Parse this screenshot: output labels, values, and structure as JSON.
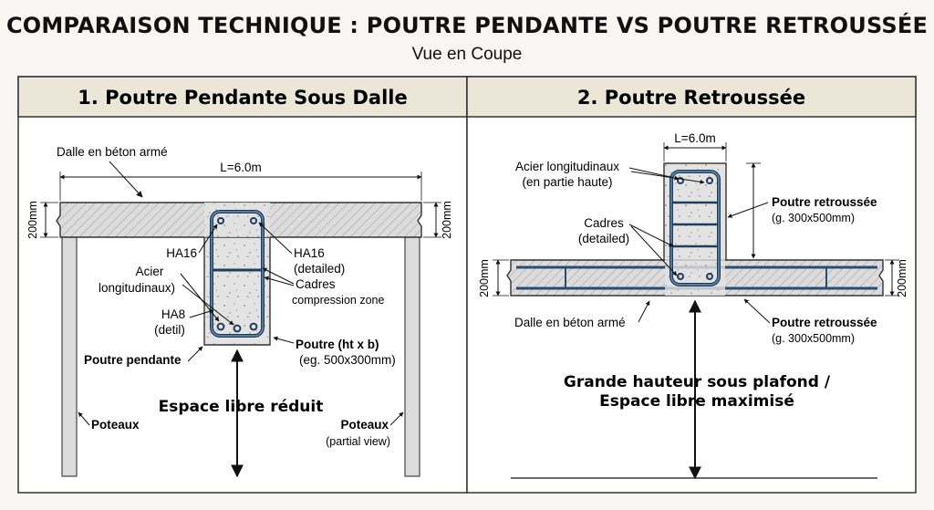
{
  "title": "COMPARAISON TECHNIQUE : POUTRE PENDANTE VS POUTRE RETROUSSÉE",
  "subtitle": "Vue en Coupe",
  "left_panel": {
    "header": "1. Poutre Pendante Sous Dalle",
    "slab_label": "Dalle en béton armé",
    "span_label": "L=6.0m",
    "dim_left": "200mm",
    "dim_right": "200mm",
    "ha16_left": "HA16",
    "acier_line1": "Acier",
    "acier_line2": "longitudinaux)",
    "ha8_line1": "HA8",
    "ha8_line2": "(detil)",
    "ha16_right_line1": "HA16",
    "ha16_right_line2": "(detailed)",
    "cadres": "Cadres",
    "compression": "compression zone",
    "poutre_pendante": "Poutre pendante",
    "poutre_dim_line1": "Poutre (ht x b)",
    "poutre_dim_line2": "(eg. 500x300mm)",
    "espace": "Espace libre réduit",
    "poteaux_left": "Poteaux",
    "poteaux_right": "Poteaux",
    "partial_view": "(partial view)"
  },
  "right_panel": {
    "header": "2. Poutre Retroussée",
    "width_label": "L=6.0m",
    "acier_line1": "Acier longitudinaux",
    "acier_line2": "(en partie haute)",
    "cadres_line1": "Cadres",
    "cadres_line2": "(detailed)",
    "poutre_top_line1": "Poutre retroussée",
    "poutre_top_line2": "(g. 300x500mm)",
    "dim_left": "200mm",
    "dim_right": "200mm",
    "slab_label": "Dalle en béton armé",
    "poutre_bottom_line1": "Poutre retroussée",
    "poutre_bottom_line2": "(g. 300x500mm)",
    "grande_line1": "Grande hauteur sous plafond /",
    "grande_line2": "Espace libre maximisé"
  }
}
